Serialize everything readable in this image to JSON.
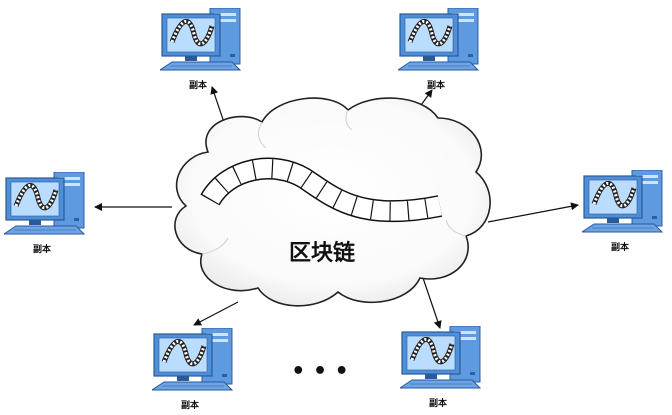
{
  "cloud": {
    "label": "区块链"
  },
  "nodes": [
    {
      "label": "副本"
    },
    {
      "label": "副本"
    },
    {
      "label": "副本"
    },
    {
      "label": "副本"
    },
    {
      "label": "副本"
    },
    {
      "label": "副本"
    }
  ],
  "ellipsis": "• • •",
  "colors": {
    "monitor": "#4f8fd8",
    "screen_glow": "#b9dcff",
    "tower": "#5d9ae0",
    "edge": "#111111"
  }
}
